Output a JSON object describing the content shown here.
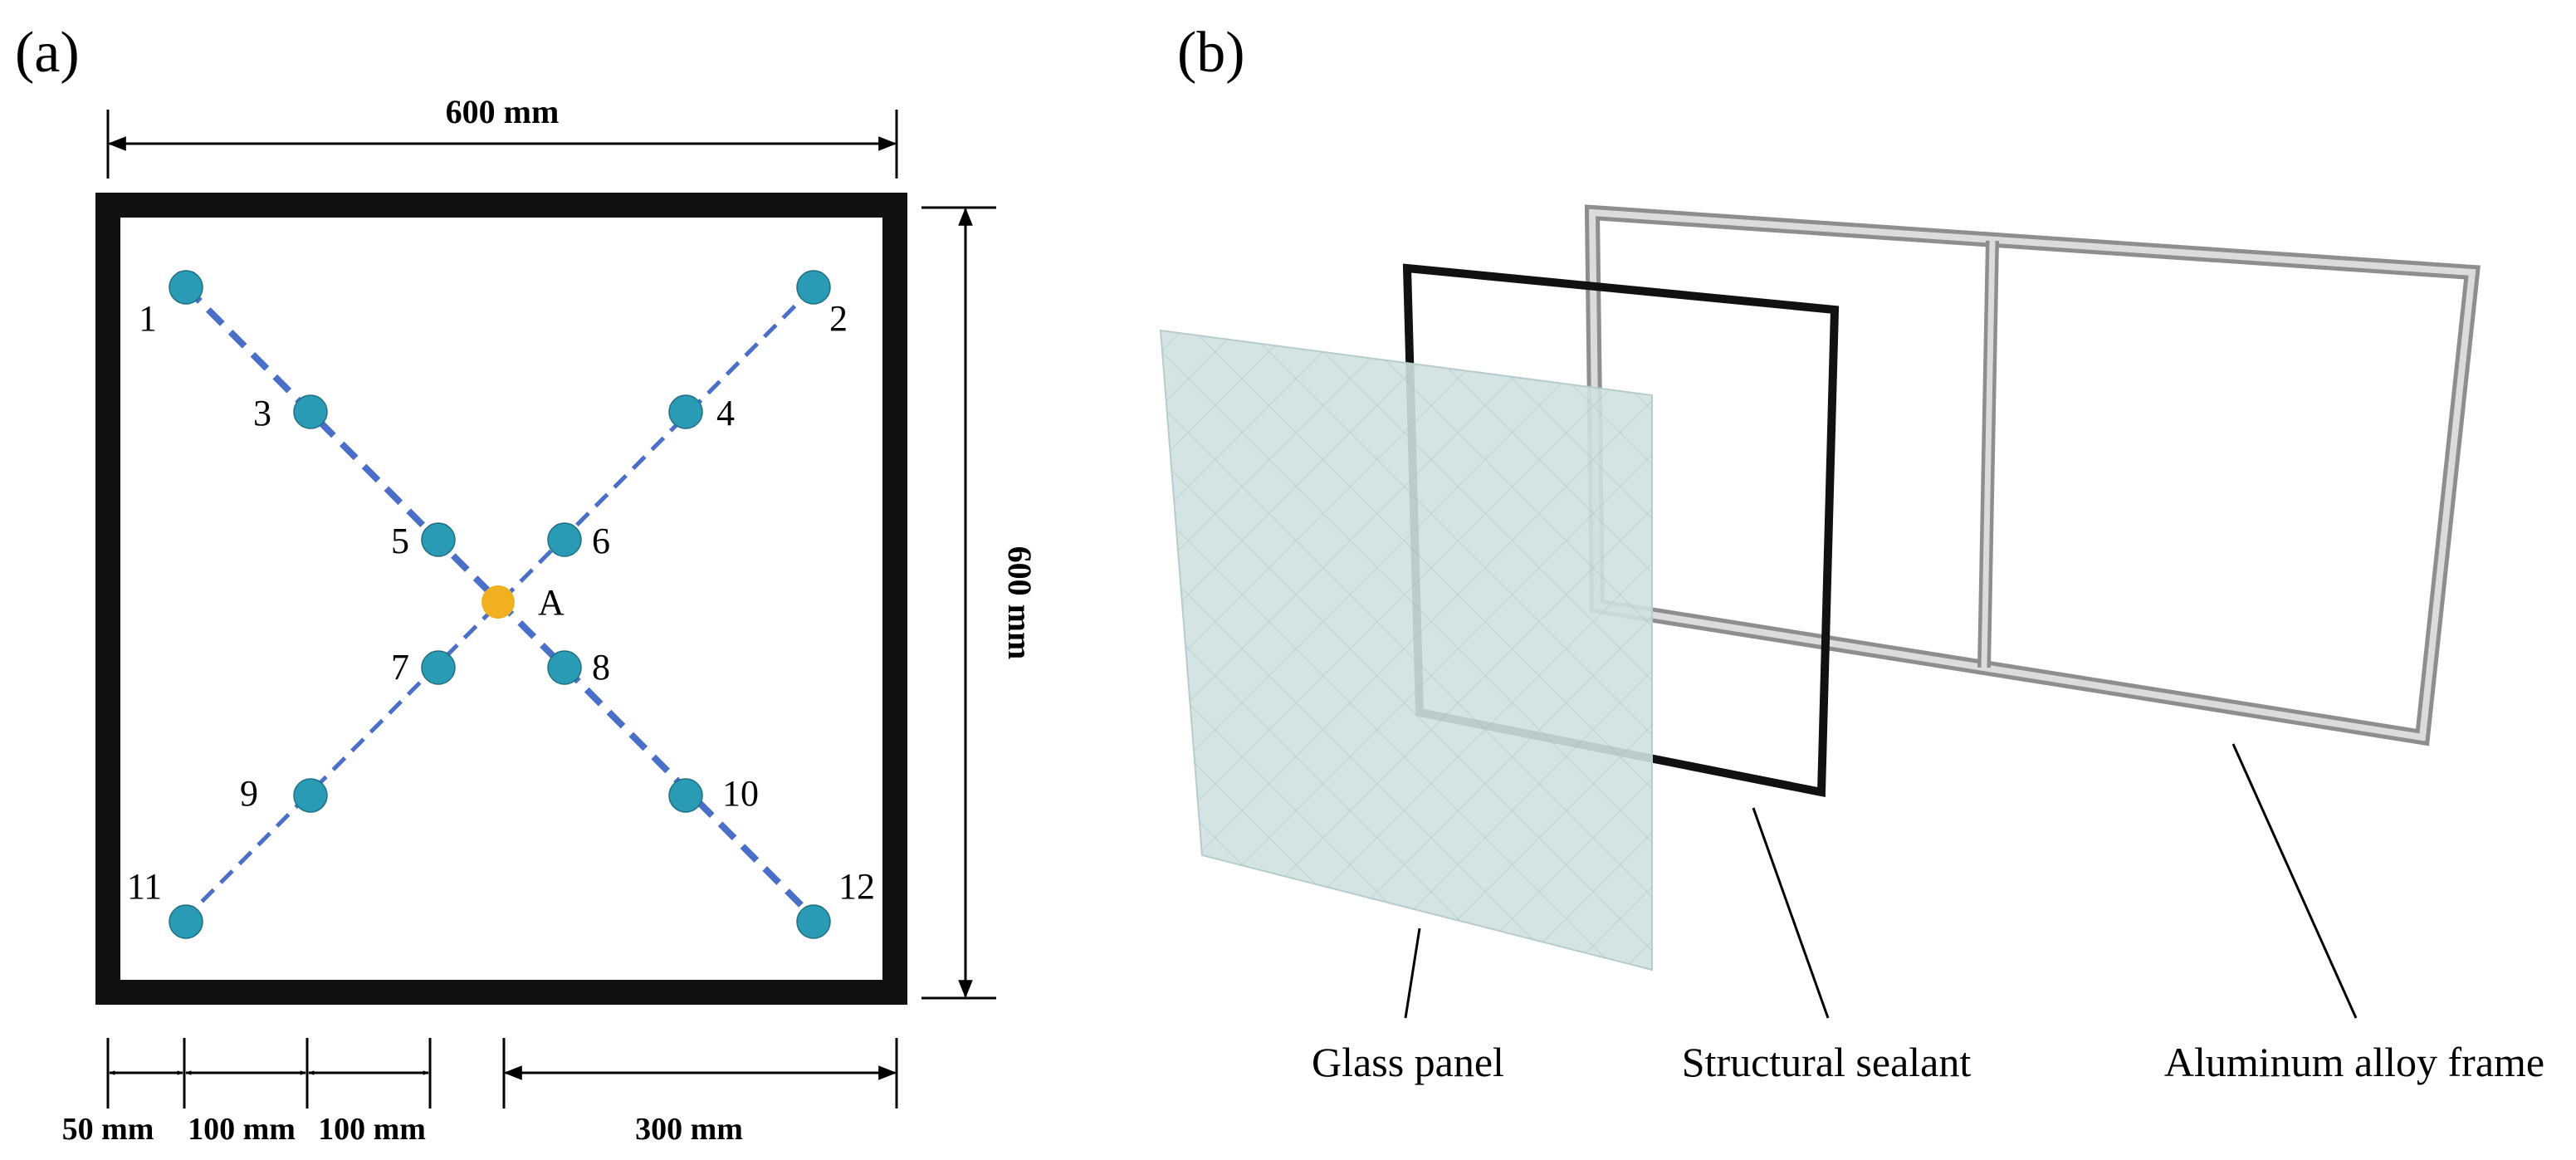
{
  "panel_a": {
    "label": "(a)",
    "top_dimension": "600 mm",
    "right_dimension": "600 mm",
    "bottom_dimensions": [
      "50 mm",
      "100 mm",
      "100 mm",
      "300 mm"
    ],
    "center_point_label": "A",
    "points": [
      {
        "label": "1"
      },
      {
        "label": "2"
      },
      {
        "label": "3"
      },
      {
        "label": "4"
      },
      {
        "label": "5"
      },
      {
        "label": "6"
      },
      {
        "label": "7"
      },
      {
        "label": "8"
      },
      {
        "label": "9"
      },
      {
        "label": "10"
      },
      {
        "label": "11"
      },
      {
        "label": "12"
      }
    ],
    "colors": {
      "frame": "#111111",
      "measurement_point": "#2a9bb5",
      "center_point": "#f0b020",
      "diagonal_line": "#4a6fc8"
    }
  },
  "panel_b": {
    "label": "(b)",
    "components": [
      {
        "name": "Glass panel"
      },
      {
        "name": "Structural sealant"
      },
      {
        "name": "Aluminum alloy frame"
      }
    ],
    "colors": {
      "glass": "#cfe0e0",
      "sealant": "#111111",
      "frame": "#b4b4b4"
    }
  }
}
